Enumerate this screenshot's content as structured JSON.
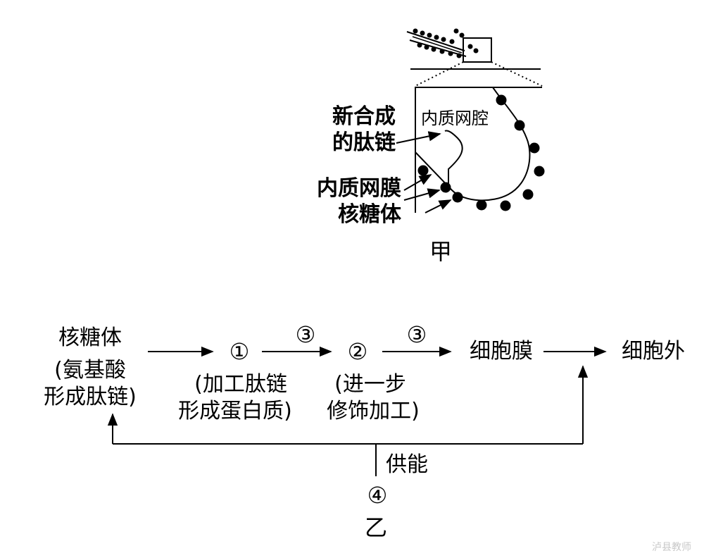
{
  "figure_a": {
    "caption": "甲",
    "labels": {
      "lumen": "内质网腔",
      "new_peptide_line1": "新合成",
      "new_peptide_line2": "的肽链",
      "er_membrane": "内质网膜",
      "ribosome": "核糖体"
    }
  },
  "figure_b": {
    "caption": "乙",
    "nodes": {
      "ribosome_title": "核糖体",
      "ribosome_line2": "(氨基酸",
      "ribosome_line3": "形成肽链)",
      "step1": "①",
      "step1_line2": "(加工肽链",
      "step1_line3": "形成蛋白质)",
      "step2": "②",
      "step2_line2": "(进一步",
      "step2_line3": "修饰加工)",
      "membrane": "细胞膜",
      "outside": "细胞外",
      "step4": "④"
    },
    "arrow_labels": {
      "transport_a": "③",
      "transport_b": "③",
      "energy": "供能"
    }
  },
  "watermark": "泸县教师"
}
